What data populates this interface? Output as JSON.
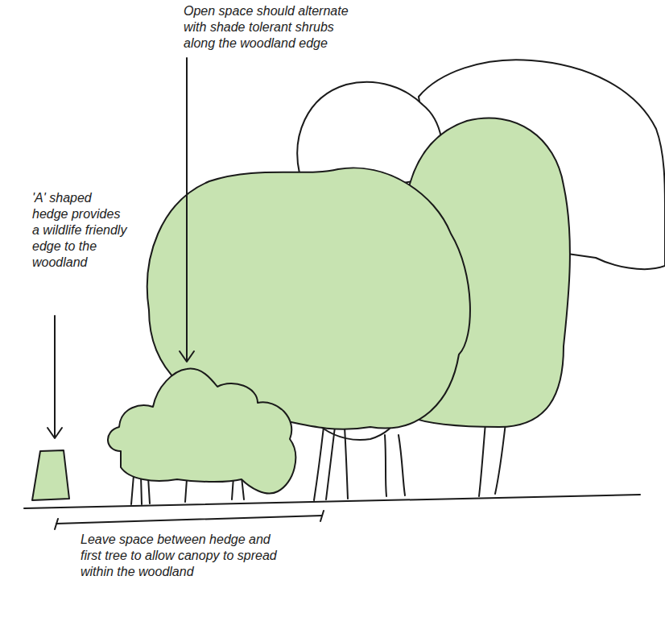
{
  "diagram": {
    "labels": [
      "Open space should alternate with shade tolerant shrubs along the woodland edge",
      "'A' shaped hedge provides a wildlife friendly edge to the woodland",
      "Leave space between hedge and first tree to allow canopy to spread within the woodland"
    ]
  }
}
